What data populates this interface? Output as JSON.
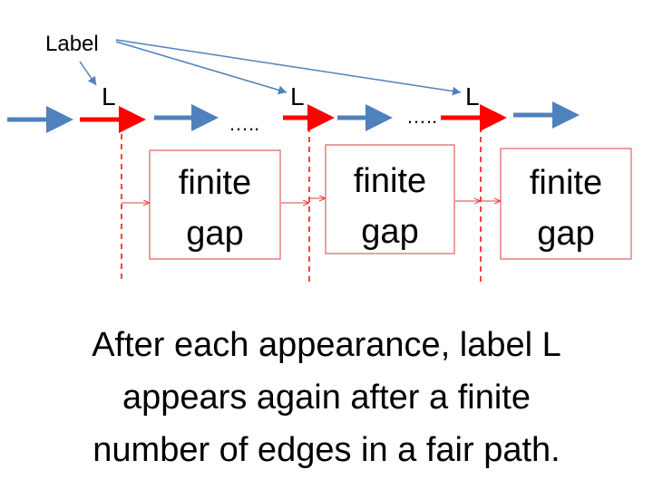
{
  "diagram": {
    "label_callout": "Label",
    "label_letter": "L",
    "dots": "…..",
    "box_text_line1": "finite",
    "box_text_line2": "gap"
  },
  "caption": {
    "line1": "After each appearance, label L",
    "line2": "appears again after a finite",
    "line3": "number of edges in a fair path."
  },
  "colors": {
    "blue_edge": "#4f81bd",
    "red_edge": "#ff0000",
    "callout_line": "#4f81bd",
    "dashed_line": "#ff0000",
    "box_border": "#e06060"
  }
}
